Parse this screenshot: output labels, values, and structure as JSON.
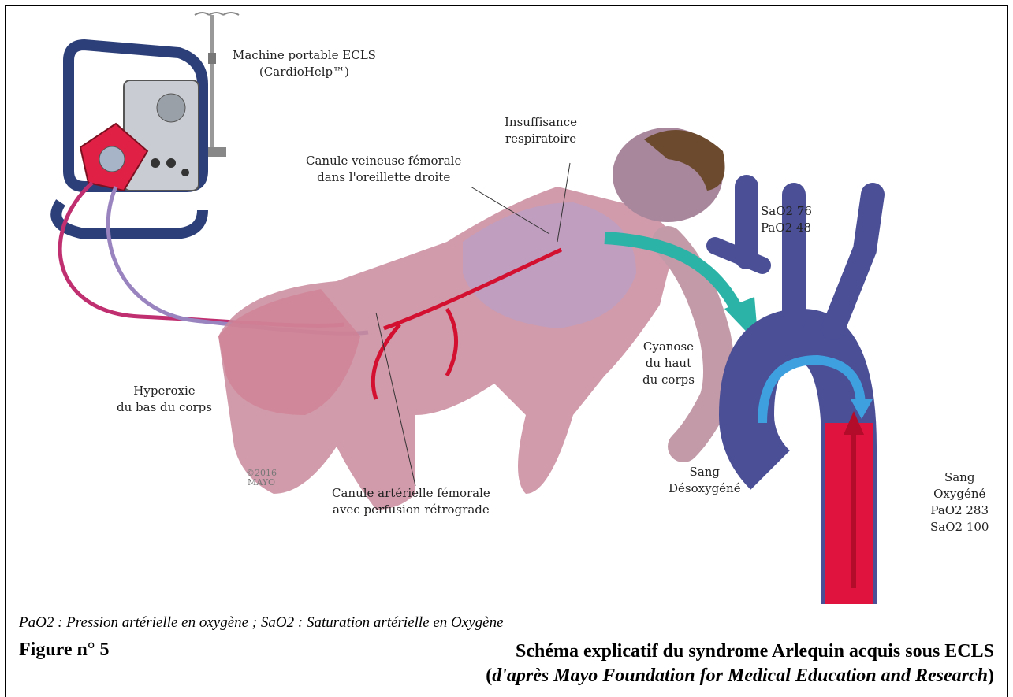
{
  "labels": {
    "machine_line1": "Machine portable ECLS",
    "machine_line2": "(CardioHelp™)",
    "insuffisance_line1": "Insuffisance",
    "insuffisance_line2": "respiratoire",
    "venous_line1": "Canule veineuse fémorale",
    "venous_line2": "dans l'oreillette droite",
    "sao2_top": "SaO2 76",
    "pao2_top": "PaO2 48",
    "cyanose_line1": "Cyanose",
    "cyanose_line2": "du haut",
    "cyanose_line3": "du corps",
    "hyperoxie_line1": "Hyperoxie",
    "hyperoxie_line2": "du bas du corps",
    "arterial_line1": "Canule artérielle fémorale",
    "arterial_line2": "avec perfusion rétrograde",
    "desox_line1": "Sang",
    "desox_line2": "Désoxygéné",
    "oxy_line1": "Sang",
    "oxy_line2": "Oxygéné",
    "oxy_line3": "PaO2 283",
    "oxy_line4": "SaO2 100",
    "copyright_line1": "©2016",
    "copyright_line2": "MAYO"
  },
  "caption": {
    "legend": "PaO2 : Pression artérielle en oxygène ; SaO2 : Saturation artérielle en Oxygène",
    "figure_number": "Figure n° 5",
    "title": "Schéma explicatif du syndrome Arlequin acquis sous ECLS",
    "source_open": "(",
    "source_italic": "d'après Mayo Foundation for Medical Education and Research",
    "source_close": ")"
  },
  "colors": {
    "deoxygenated": "#4a4f96",
    "oxygenated": "#e8103a",
    "skin": "#c98a9c",
    "arrow_teal": "#2ab3a6",
    "arrow_blue": "#3fa0e0"
  }
}
